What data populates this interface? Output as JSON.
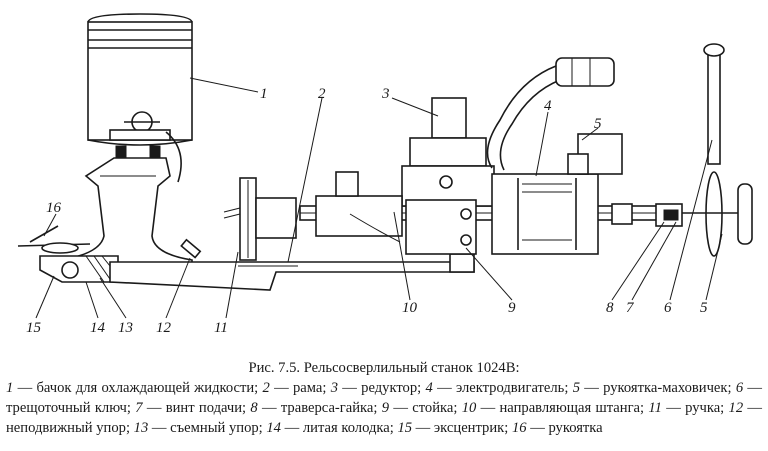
{
  "figure": {
    "callouts": [
      "1",
      "2",
      "3",
      "4",
      "5",
      "6",
      "7",
      "8",
      "9",
      "10",
      "11",
      "12",
      "13",
      "14",
      "15",
      "16"
    ]
  },
  "caption": {
    "title": "Рис. 7.5. Рельсосверлильный станок 1024В:",
    "legend": [
      {
        "num": "1",
        "text": " — бачок для охлаждающей жидкости; "
      },
      {
        "num": "2",
        "text": " — рама; "
      },
      {
        "num": "3",
        "text": " — редуктор; "
      },
      {
        "num": "4",
        "text": " — электродвигатель; "
      },
      {
        "num": "5",
        "text": " — рукоятка-маховичек; "
      },
      {
        "num": "6",
        "text": " — трещоточный ключ; "
      },
      {
        "num": "7",
        "text": " — винт подачи; "
      },
      {
        "num": "8",
        "text": " — траверса-гайка; "
      },
      {
        "num": "9",
        "text": " — стойка; "
      },
      {
        "num": "10",
        "text": " — направляющая штанга; "
      },
      {
        "num": "11",
        "text": " — ручка; "
      },
      {
        "num": "12",
        "text": " — неподвижный упор; "
      },
      {
        "num": "13",
        "text": " — съемный упор; "
      },
      {
        "num": "14",
        "text": " — литая колодка; "
      },
      {
        "num": "15",
        "text": " — эксцентрик; "
      },
      {
        "num": "16",
        "text": " — рукоятка"
      }
    ]
  }
}
